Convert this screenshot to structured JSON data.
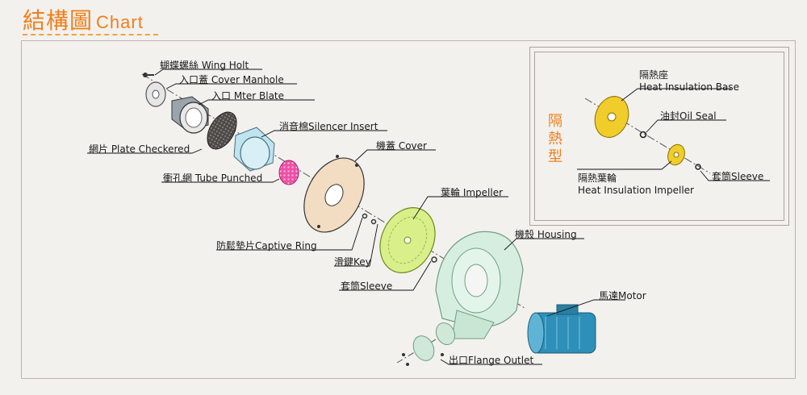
{
  "title": {
    "cn": "結構圖",
    "en": "Chart"
  },
  "inset_title": "隔熱型",
  "labels": {
    "wing_holt": "蝴蝶螺絲 Wing Holt",
    "cover_manhole": "入口蓋 Cover Manhole",
    "mter_blate": "入口 Mter Blate",
    "plate_checkered": "網片 Plate Checkered",
    "silencer_insert": "消音棉Silencer Insert",
    "tube_punched": "衝孔網 Tube Punched",
    "cover": "機蓋 Cover",
    "captive_ring": "防鬆墊片Captive Ring",
    "impeller": "葉輪 Impeller",
    "key": "滑鍵Key",
    "sleeve": "套筒Sleeve",
    "housing": "機殼 Housing",
    "motor": "馬達Motor",
    "flange_outlet": "出口Flange Outlet",
    "heat_base_cn": "隔熱座",
    "heat_base_en": "Heat Insulation Base",
    "oil_seal": "油封Oil Seal",
    "heat_impeller_cn": "隔熱葉輪",
    "heat_impeller_en": "Heat Insulation Impeller",
    "inset_sleeve": "套筒Sleeve"
  },
  "colors": {
    "accent": "#f07f1c",
    "frame": "#b9b5b1",
    "cover_fill": "#f2dcc2",
    "silencer_fill": "#cfe8f1",
    "tube_fill": "#ef4fa5",
    "impeller_fill": "#d9ef8a",
    "housing_fill": "#d6eedf",
    "motor_fill": "#2e8fb8",
    "heat_base_fill": "#f0cd2a"
  }
}
